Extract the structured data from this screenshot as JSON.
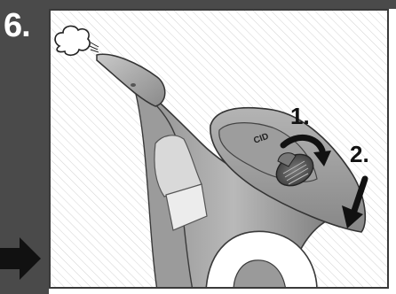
{
  "step": {
    "number_label": "6."
  },
  "callouts": [
    {
      "label": "1."
    },
    {
      "label": "2."
    }
  ],
  "icons": {
    "steam": "steam-puff-icon",
    "rotate": "curved-arrow-icon",
    "press": "down-arrow-icon",
    "next": "right-arrow-icon"
  },
  "colors": {
    "band": "#4a4a4a",
    "device_body": "#a9a9a9",
    "device_dark": "#6e6e6e",
    "device_light": "#d6d6d6",
    "arrow": "#111111"
  }
}
